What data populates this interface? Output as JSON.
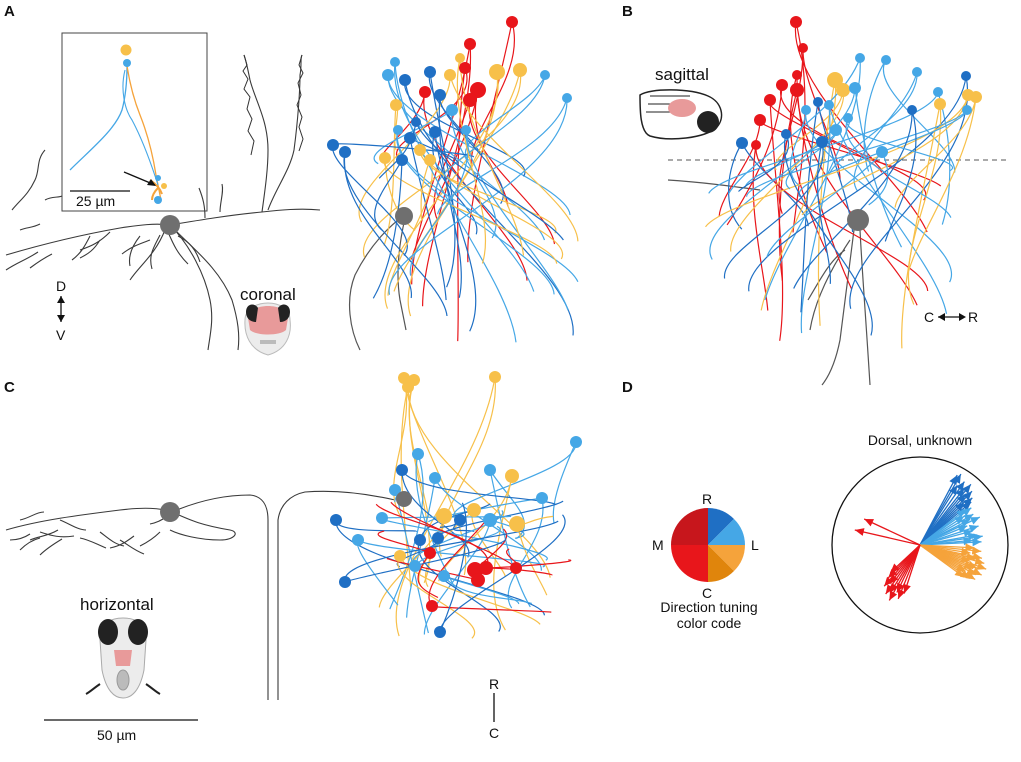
{
  "panels": {
    "A": {
      "label": "A",
      "inset_scalebar": "25 µm",
      "axis_d": "D",
      "axis_v": "V",
      "view": "coronal"
    },
    "B": {
      "label": "B",
      "view": "sagittal",
      "axis_c": "C",
      "axis_r": "R"
    },
    "C": {
      "label": "C",
      "view": "horizontal",
      "scalebar": "50 µm",
      "axis_r": "R",
      "axis_c": "C"
    },
    "D": {
      "label": "D",
      "pie_labels": {
        "top": "R",
        "left": "M",
        "right": "L",
        "bottom": "C"
      },
      "pie_caption_1": "Direction tuning",
      "pie_caption_2": "color code",
      "compass_title": "Dorsal, unknown"
    }
  },
  "colors": {
    "red": "#e8161b",
    "dark_red": "#c7161c",
    "blue": "#1f6fc4",
    "light_blue": "#45a7e6",
    "orange": "#f5a33b",
    "yellow": "#f7c04a",
    "dark_orange": "#e0850c",
    "gray": "#6f6f6f"
  },
  "compass_vectors": {
    "blue": [
      [
        60,
        0.93
      ],
      [
        62,
        0.9
      ],
      [
        58,
        0.8
      ],
      [
        55,
        0.88
      ],
      [
        52,
        0.82
      ],
      [
        50,
        0.9
      ],
      [
        48,
        0.78
      ],
      [
        46,
        0.85
      ],
      [
        44,
        0.7
      ],
      [
        42,
        0.8
      ],
      [
        40,
        0.76
      ],
      [
        38,
        0.66
      ],
      [
        36,
        0.72
      ],
      [
        33,
        0.6
      ],
      [
        30,
        0.7
      ],
      [
        27,
        0.64
      ],
      [
        25,
        0.75
      ],
      [
        22,
        0.58
      ],
      [
        18,
        0.7
      ],
      [
        15,
        0.62
      ],
      [
        10,
        0.66
      ],
      [
        8,
        0.72
      ],
      [
        5,
        0.6
      ],
      [
        3,
        0.7
      ]
    ],
    "orange": [
      [
        -3,
        0.62
      ],
      [
        -6,
        0.7
      ],
      [
        -9,
        0.58
      ],
      [
        -12,
        0.72
      ],
      [
        -14,
        0.65
      ],
      [
        -16,
        0.76
      ],
      [
        -18,
        0.6
      ],
      [
        -20,
        0.8
      ],
      [
        -22,
        0.7
      ],
      [
        -24,
        0.66
      ],
      [
        -26,
        0.78
      ],
      [
        -28,
        0.72
      ],
      [
        -30,
        0.6
      ],
      [
        -32,
        0.74
      ],
      [
        -34,
        0.68
      ],
      [
        -36,
        0.62
      ]
    ],
    "red": [
      [
        -108,
        0.58
      ],
      [
        -112,
        0.66
      ],
      [
        -116,
        0.6
      ],
      [
        -119,
        0.72
      ],
      [
        -122,
        0.64
      ],
      [
        -125,
        0.68
      ],
      [
        -128,
        0.56
      ],
      [
        -131,
        0.62
      ],
      [
        -134,
        0.52
      ],
      [
        -137,
        0.46
      ],
      [
        155,
        0.7
      ],
      [
        167,
        0.76
      ]
    ]
  }
}
